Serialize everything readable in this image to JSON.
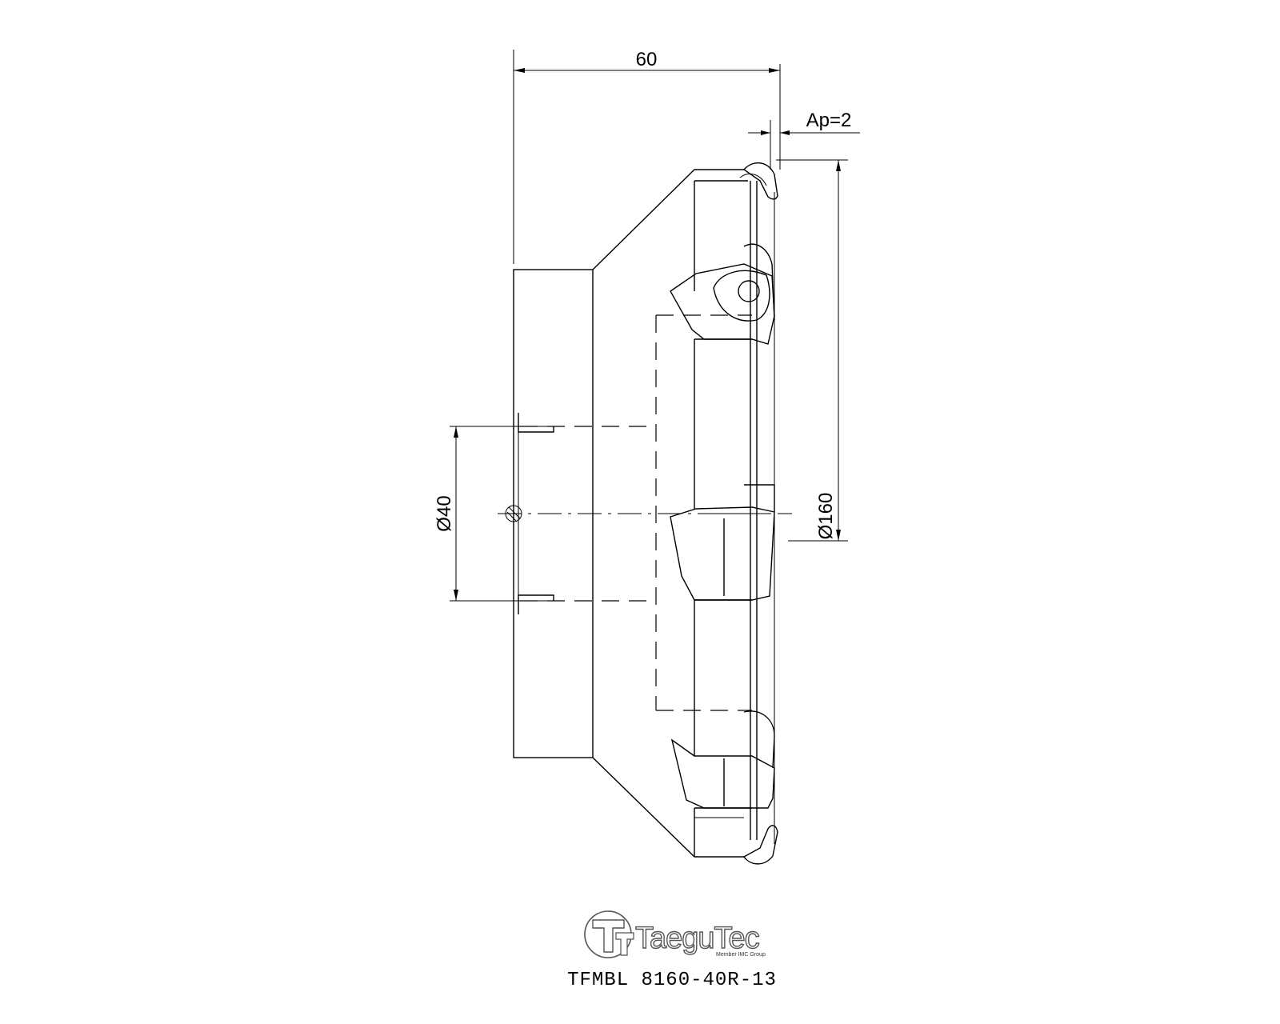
{
  "dimensions": {
    "length": "60",
    "depth_of_cut": "Ap=2",
    "bore_diameter": "Ø40",
    "cutter_diameter": "Ø160"
  },
  "logo": {
    "brand": "TaeguTec",
    "tagline": "Member IMC Group"
  },
  "part_code": "TFMBL  8160-40R-13"
}
